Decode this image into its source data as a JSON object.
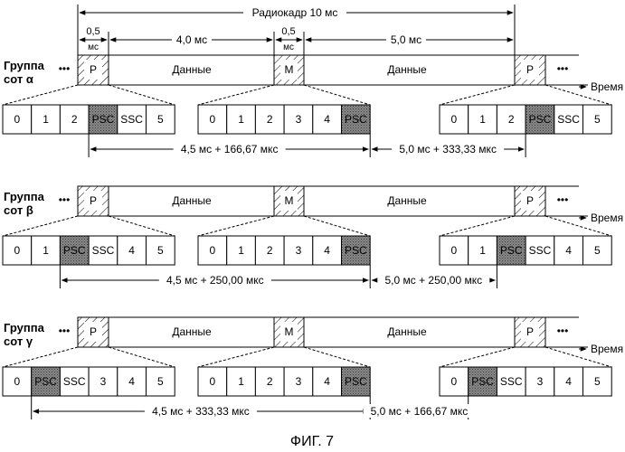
{
  "header": {
    "radio_frame_label": "Радиокадр 10 мс",
    "seg_p_label": "0,5",
    "seg_p_unit": "мс",
    "seg_data1_label": "4,0 мс",
    "seg_m_label": "0,5",
    "seg_m_unit": "мс",
    "seg_data2_label": "5,0 мс"
  },
  "timeline_labels": {
    "p": "P",
    "m": "M",
    "data": "Данные",
    "ellipsis": "•••",
    "time": "Время"
  },
  "groups": [
    {
      "name_line1": "Группа",
      "name_line2": "сот α",
      "seq1": [
        "0",
        "1",
        "2",
        "PSC",
        "SSC",
        "5"
      ],
      "seq2": [
        "0",
        "1",
        "2",
        "3",
        "4",
        "PSC"
      ],
      "seq3": [
        "0",
        "1",
        "2",
        "PSC",
        "SSC",
        "5"
      ],
      "interval1": "4,5 мс + 166,67 мкс",
      "interval2": "5,0 мс + 333,33 мкс"
    },
    {
      "name_line1": "Группа",
      "name_line2": "сот β",
      "seq1": [
        "0",
        "1",
        "PSC",
        "SSC",
        "4",
        "5"
      ],
      "seq2": [
        "0",
        "1",
        "2",
        "3",
        "4",
        "PSC"
      ],
      "seq3": [
        "0",
        "1",
        "PSC",
        "SSC",
        "4",
        "5"
      ],
      "interval1": "4,5 мс + 250,00 мкс",
      "interval2": "5,0 мс + 250,00 мкс"
    },
    {
      "name_line1": "Группа",
      "name_line2": "сот γ",
      "seq1": [
        "0",
        "PSC",
        "SSC",
        "3",
        "4",
        "5"
      ],
      "seq2": [
        "0",
        "1",
        "2",
        "3",
        "4",
        "PSC"
      ],
      "seq3": [
        "0",
        "PSC",
        "SSC",
        "3",
        "4",
        "5"
      ],
      "interval1": "4,5 мс + 333,33 мкс",
      "interval2": "5,0 мс + 166,67 мкс"
    }
  ],
  "caption": "ФИГ. 7",
  "colors": {
    "psc_fill": "#7a7a7a",
    "line": "#000000",
    "background": "#ffffff"
  }
}
